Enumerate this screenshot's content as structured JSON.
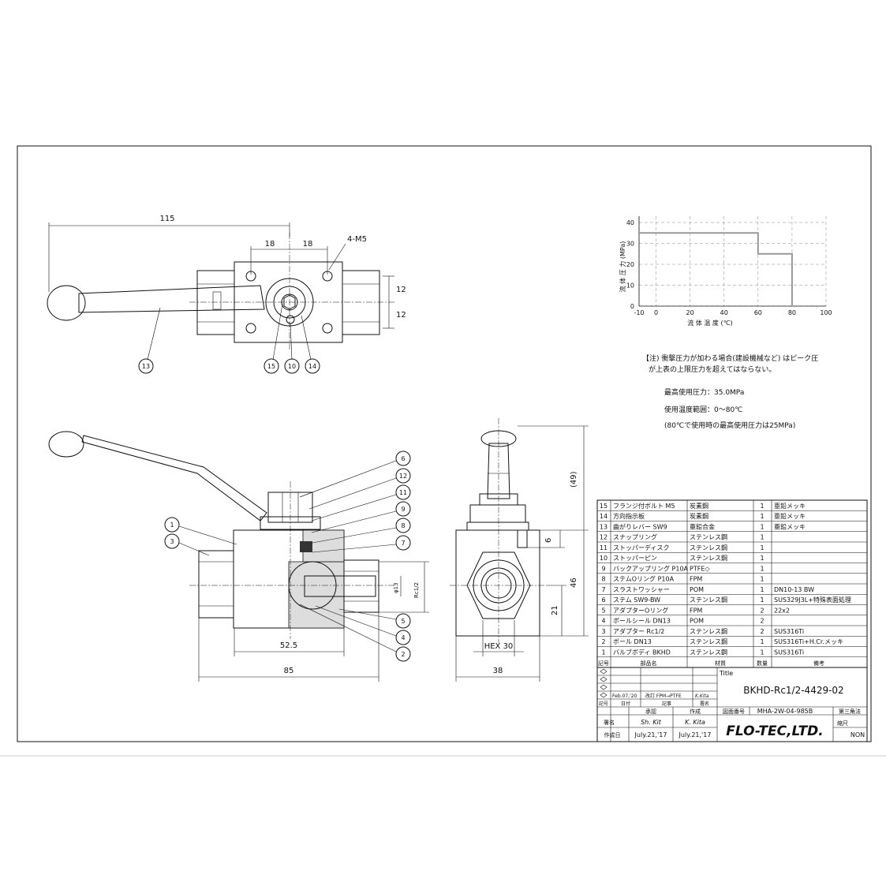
{
  "top_view": {
    "dim_length": "115",
    "dim_left_18": "18",
    "dim_right_18": "18",
    "bolt_note": "4-M5",
    "dim_12_upper": "12",
    "dim_12_lower": "12",
    "balloons": [
      "13",
      "15",
      "10",
      "14"
    ]
  },
  "front_view": {
    "balloons_left": [
      "1",
      "3"
    ],
    "balloons_right": [
      "6",
      "12",
      "11",
      "9",
      "8",
      "7",
      "5",
      "4",
      "2"
    ],
    "dim_52_5": "52.5",
    "dim_85": "85",
    "dim_phi13": "φ13",
    "dim_rc": "Rc1/2"
  },
  "side_view": {
    "dim_49": "(49)",
    "dim_6": "6",
    "dim_46": "46",
    "dim_21": "21",
    "hex": "HEX 30",
    "dim_38": "38"
  },
  "chart_data": {
    "type": "line",
    "xlabel": "流 体 温 度 (℃)",
    "ylabel": "流 体 圧 力 (MPa)",
    "x_ticks": [
      "-10",
      "0",
      "20",
      "40",
      "60",
      "80",
      "100"
    ],
    "y_ticks": [
      "0",
      "10",
      "20",
      "30",
      "40"
    ],
    "xlim": [
      -10,
      100
    ],
    "ylim": [
      0,
      40
    ],
    "grid": true,
    "series": [
      {
        "points": [
          [
            -10,
            35
          ],
          [
            60,
            35
          ],
          [
            60,
            25
          ],
          [
            80,
            25
          ],
          [
            80,
            0
          ]
        ]
      }
    ]
  },
  "notes": {
    "note1": "【注) 衝撃圧力が加わる場合(建設機械など) はピーク圧",
    "note2": "が上表の上限圧力を超えてはならない。",
    "max_pressure": "最高使用圧力：35.0MPa",
    "temp_range": "使用温度範囲：0～80℃",
    "temp_note": "(80℃で使用時の最高使用圧力は25MPa)"
  },
  "parts_header": {
    "no": "記号",
    "name": "部品名",
    "material": "材質",
    "qty": "数量",
    "remarks": "備考"
  },
  "parts": [
    {
      "no": "15",
      "name": "フランジ付ボルト  M5",
      "material": "炭素鋼",
      "qty": "1",
      "remarks": "亜鉛メッキ"
    },
    {
      "no": "14",
      "name": "方向指示板",
      "material": "炭素鋼",
      "qty": "1",
      "remarks": "亜鉛メッキ"
    },
    {
      "no": "13",
      "name": "曲がりレバー  SW9",
      "material": "亜鉛合金",
      "qty": "1",
      "remarks": "亜鉛メッキ"
    },
    {
      "no": "12",
      "name": "スナップリング",
      "material": "ステンレス鋼",
      "qty": "1",
      "remarks": ""
    },
    {
      "no": "11",
      "name": "ストッパーディスク",
      "material": "ステンレス鋼",
      "qty": "1",
      "remarks": ""
    },
    {
      "no": "10",
      "name": "ストッパーピン",
      "material": "ステンレス鋼",
      "qty": "1",
      "remarks": ""
    },
    {
      "no": "9",
      "name": "バックアップリング  P10A",
      "material": "PTFE◇",
      "qty": "1",
      "remarks": ""
    },
    {
      "no": "8",
      "name": "ステムOリング  P10A",
      "material": "FPM",
      "qty": "1",
      "remarks": ""
    },
    {
      "no": "7",
      "name": "スラストワッシャー",
      "material": "POM",
      "qty": "1",
      "remarks": "DN10-13 BW"
    },
    {
      "no": "6",
      "name": "ステム  SW9-BW",
      "material": "ステンレス鋼",
      "qty": "1",
      "remarks": "SUS329J3L+特殊表面処理"
    },
    {
      "no": "5",
      "name": "アダプターOリング",
      "material": "FPM",
      "qty": "2",
      "remarks": "22x2"
    },
    {
      "no": "4",
      "name": "ボールシール  DN13",
      "material": "POM",
      "qty": "2",
      "remarks": ""
    },
    {
      "no": "3",
      "name": "アダプター  Rc1/2",
      "material": "ステンレス鋼",
      "qty": "2",
      "remarks": "SUS316Ti"
    },
    {
      "no": "2",
      "name": "ボール  DN13",
      "material": "ステンレス鋼",
      "qty": "1",
      "remarks": "SUS316Ti+H.Cr.メッキ"
    },
    {
      "no": "1",
      "name": "バルブボディ  BKHD",
      "material": "ステンレス鋼",
      "qty": "1",
      "remarks": "SUS316Ti"
    }
  ],
  "revision": {
    "entry_date": "Feb.07,'20",
    "entry_text": "改訂  FPM→PTFE",
    "entry_sign": "K.Kita",
    "col_mark": "記号",
    "col_date": "日付",
    "col_desc": "記事",
    "col_sign": "署名"
  },
  "title_block": {
    "title_label": "Title",
    "title": "BKHD-Rc1/2-4429-02",
    "approve_label": "承認",
    "make_label": "作成",
    "drawing_no_label": "図面番号",
    "drawing_no": "MHA-2W-04-985B",
    "projection": "第三角法",
    "sign_label": "署名",
    "date_label": "作成日",
    "approve_sign": "Sh. Kit",
    "make_sign": "K. Kita",
    "approve_date": "July.21,'17",
    "make_date": "July.21,'17",
    "company": "FLO-TEC,LTD.",
    "scale_label": "縮尺",
    "scale": "NON"
  }
}
